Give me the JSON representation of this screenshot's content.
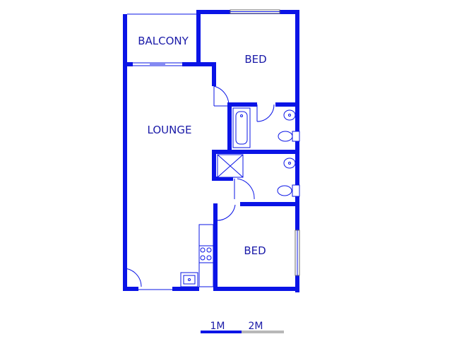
{
  "rooms": {
    "balcony": "BALCONY",
    "bed_top": "BED",
    "lounge": "LOUNGE",
    "bed_bottom": "BED"
  },
  "scale_bar": {
    "label_1": "1M",
    "label_2": "2M"
  },
  "colors": {
    "wall": "#0a14e6",
    "text": "#1a1aa8",
    "window": "#6a6a6a"
  }
}
